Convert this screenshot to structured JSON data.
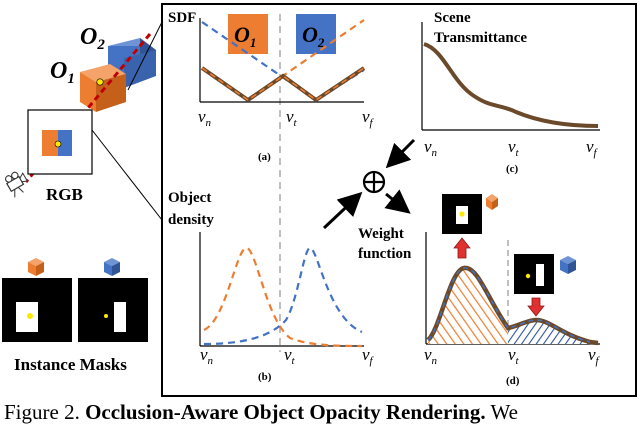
{
  "left": {
    "obj2": "O",
    "obj2_sub": "2",
    "obj1": "O",
    "obj1_sub": "1",
    "rgb": "RGB",
    "masks": "Instance Masks"
  },
  "panel_a": {
    "ylabel": "SDF",
    "tag_o1": "O",
    "tag_o1_sub": "1",
    "tag_o2": "O",
    "tag_o2_sub": "2",
    "x_vn": "v",
    "x_vn_sub": "n",
    "x_vt": "v",
    "x_vt_sub": "t",
    "x_vf": "v",
    "x_vf_sub": "f",
    "label": "(a)"
  },
  "panel_b": {
    "ylabel_1": "Object",
    "ylabel_2": "density",
    "x_vn": "v",
    "x_vn_sub": "n",
    "x_vt": "v",
    "x_vt_sub": "t",
    "x_vf": "v",
    "x_vf_sub": "f",
    "label": "(b)"
  },
  "panel_c": {
    "ylabel_1": "Scene",
    "ylabel_2": "Transmittance",
    "x_vn": "v",
    "x_vn_sub": "n",
    "x_vt": "v",
    "x_vt_sub": "t",
    "x_vf": "v",
    "x_vf_sub": "f",
    "label": "(c)"
  },
  "panel_d": {
    "ylabel_1": "Weight",
    "ylabel_2": "function",
    "x_vn": "v",
    "x_vn_sub": "n",
    "x_vt": "v",
    "x_vt_sub": "t",
    "x_vf": "v",
    "x_vf_sub": "f",
    "label": "(d)"
  },
  "operator": "⊕",
  "caption": {
    "prefix": "Figure 2. ",
    "bold": "Occlusion-Aware Object Opacity Rendering.",
    "suffix": " We"
  },
  "colors": {
    "orange": "#ed7d31",
    "blue": "#4472c4",
    "brown": "#7a5230",
    "brown_line": "#6b4a2b",
    "dark_panel": "#000000",
    "hatch_blue": "#2f5597",
    "red_arrow": "#e03030"
  }
}
